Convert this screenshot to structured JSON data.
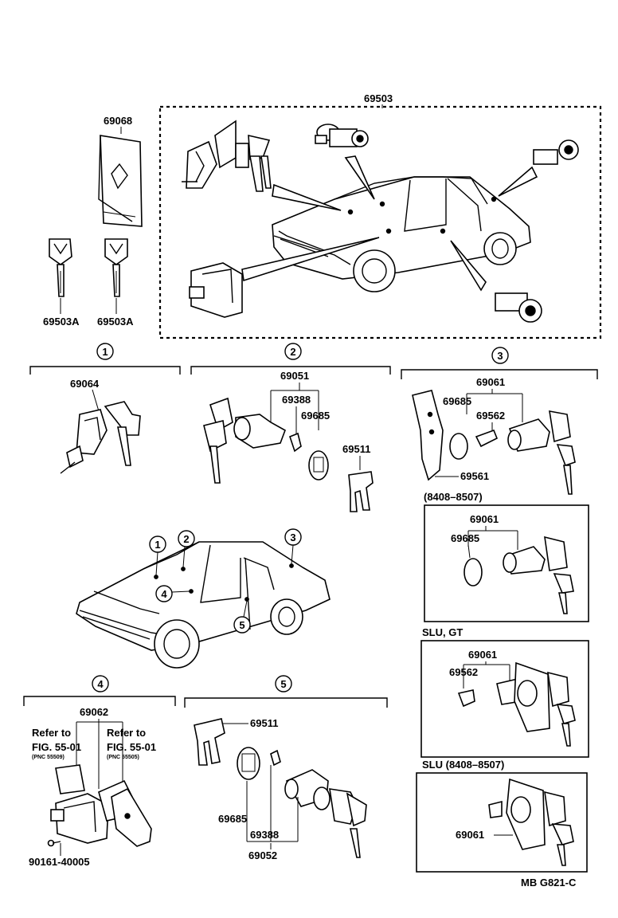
{
  "parts": {
    "p69503": "69503",
    "p69068": "69068",
    "p69503A_1": "69503A",
    "p69503A_2": "69503A",
    "p69064": "69064",
    "p69051": "69051",
    "p69388_a": "69388",
    "p69685_a": "69685",
    "p69511_a": "69511",
    "p69061_a": "69061",
    "p69685_b": "69685",
    "p69562_a": "69562",
    "p69561": "69561",
    "p69061_b": "69061",
    "p69685_c": "69685",
    "p69061_c": "69061",
    "p69562_b": "69562",
    "p69061_d": "69061",
    "p69062": "69062",
    "p90161": "90161-40005",
    "p69511_b": "69511",
    "p69685_d": "69685",
    "p69388_b": "69388",
    "p69052": "69052"
  },
  "sections": {
    "s1": "1",
    "s2": "2",
    "s3": "3",
    "s4": "4",
    "s5": "5"
  },
  "car_markers": [
    "1",
    "2",
    "3",
    "4",
    "5"
  ],
  "variants": {
    "v1": "(8408–8507)",
    "v2": "SLU, GT",
    "v3": "SLU  (8408–8507)"
  },
  "refs": {
    "ref1_line1": "Refer to",
    "ref1_line2": "FIG. 55-01",
    "ref1_line3": "(PNC 55509)",
    "ref2_line1": "Refer to",
    "ref2_line2": "FIG. 55-01",
    "ref2_line3": "(PNC 55505)"
  },
  "footer_code": "MB  G821-C"
}
